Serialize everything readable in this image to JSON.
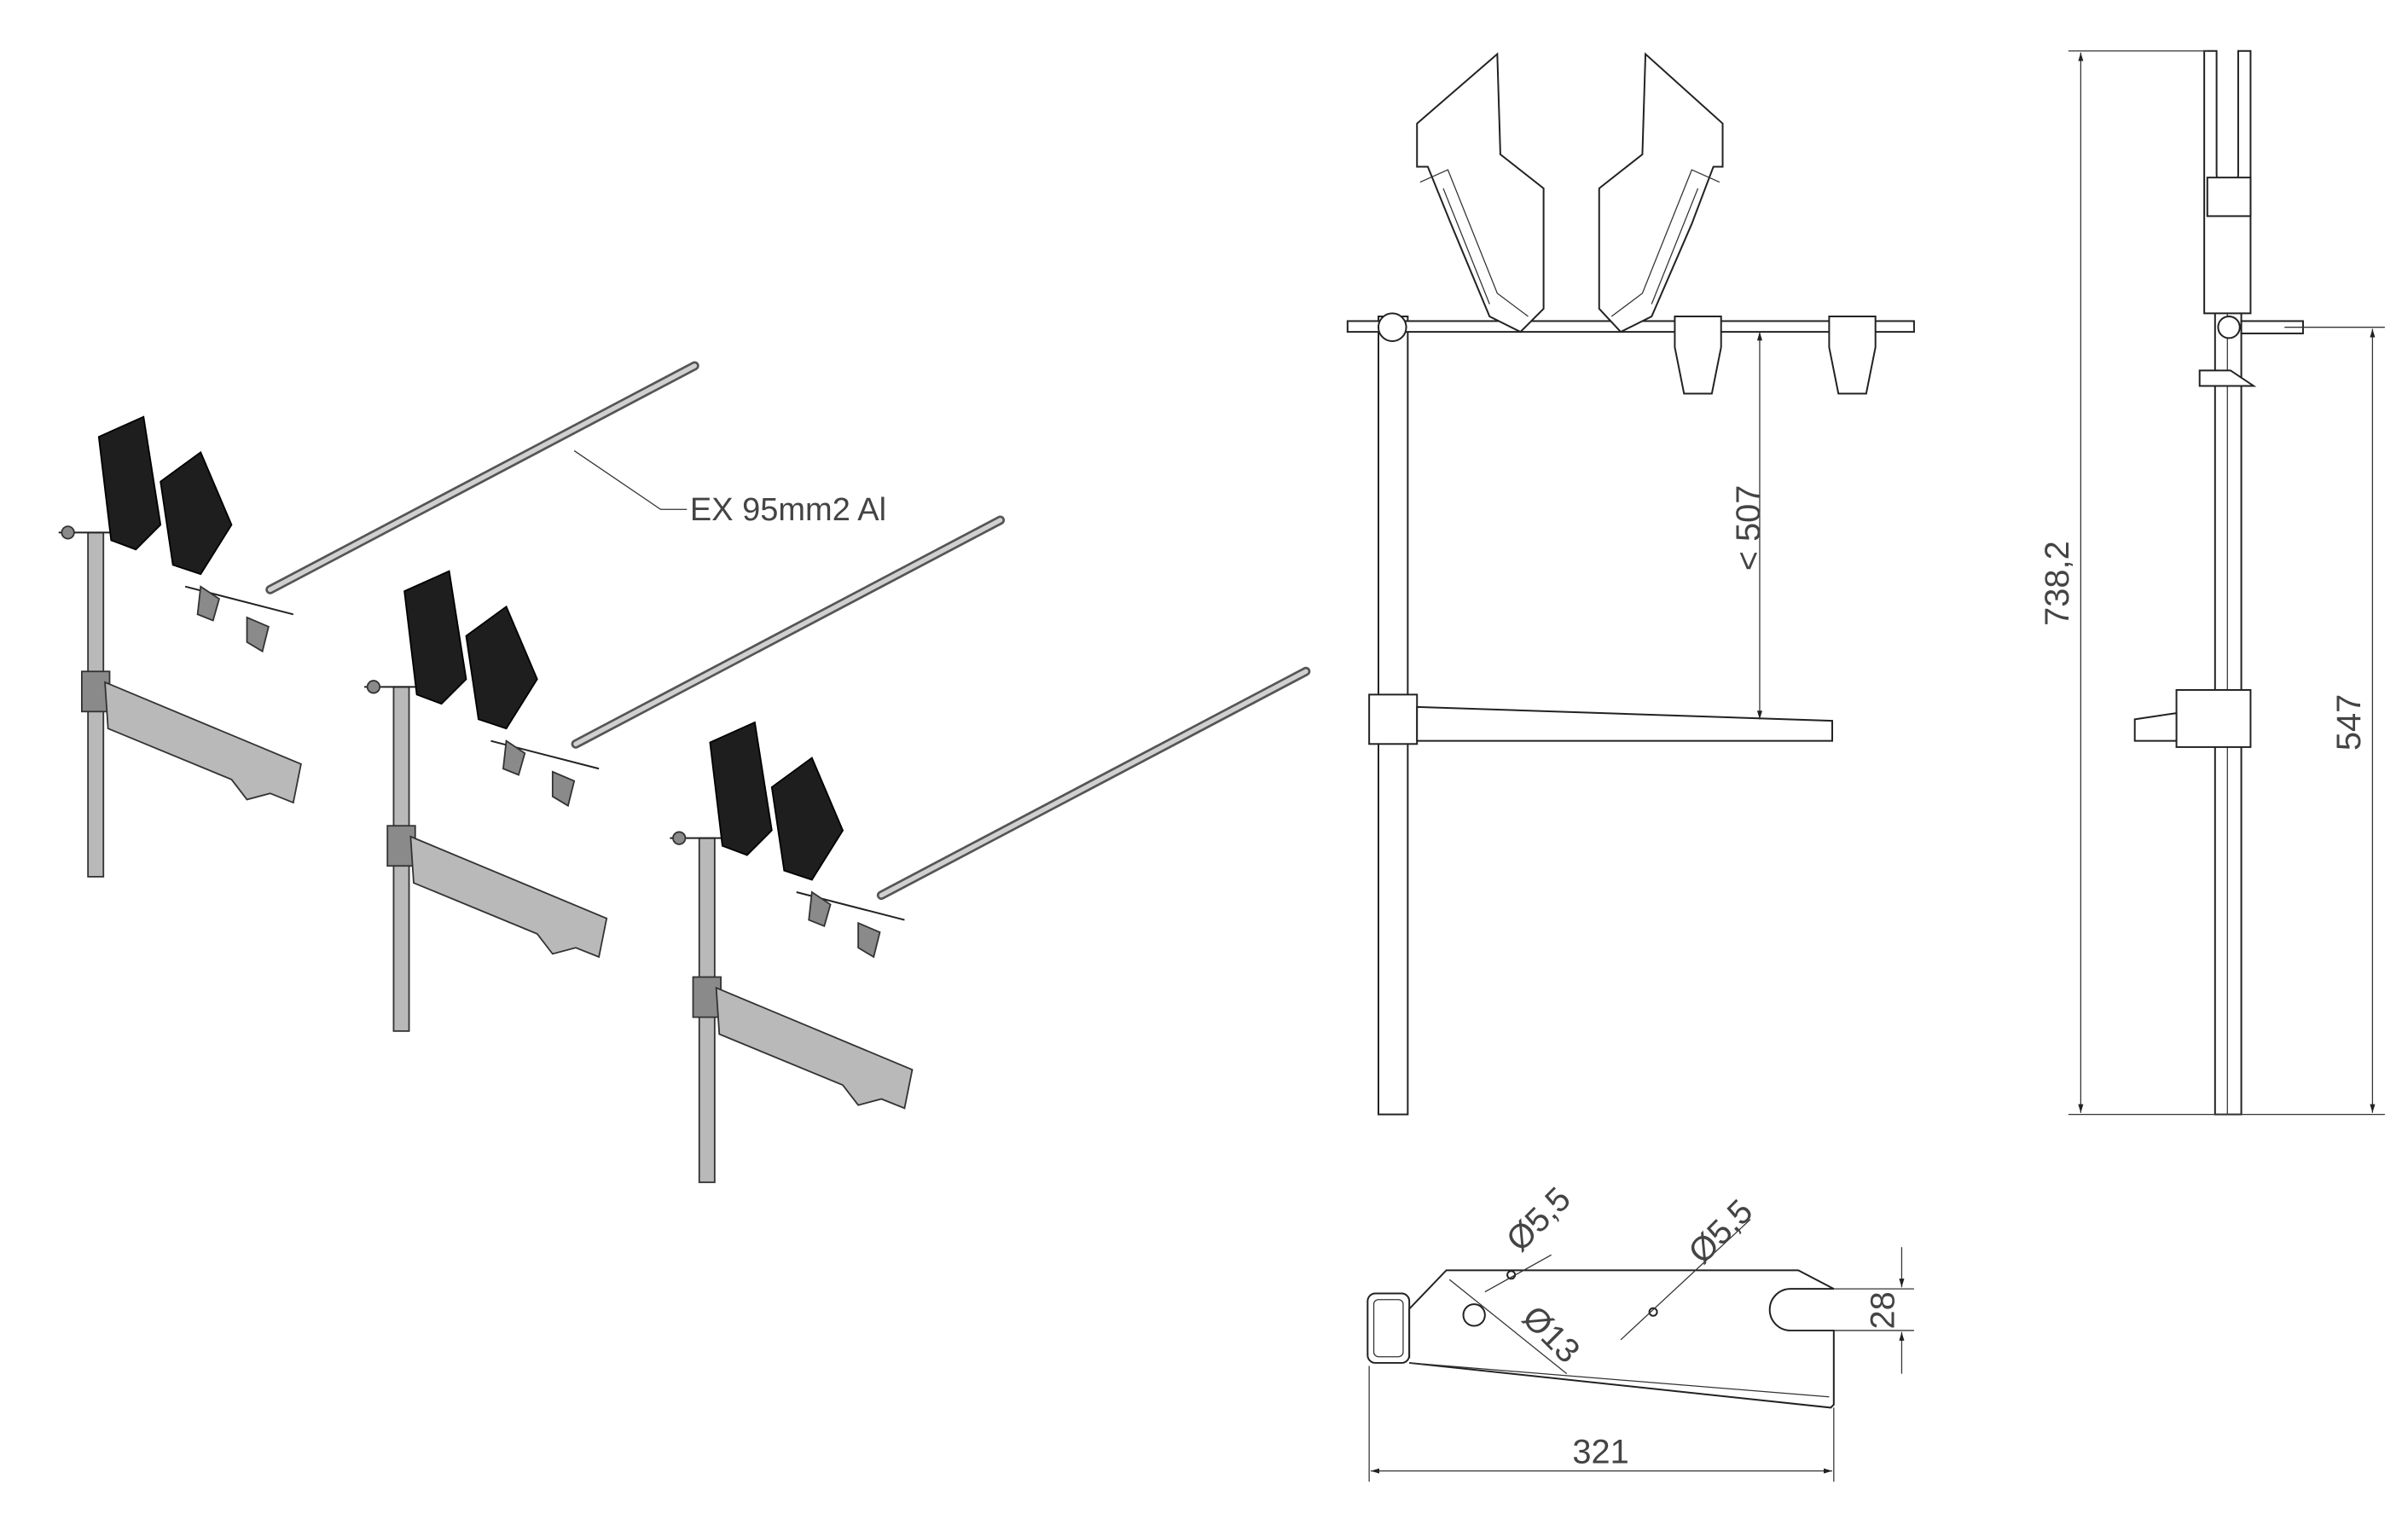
{
  "isometric_view": {
    "cable_label": "EX 95mm2 Al",
    "assembly_count": 3
  },
  "front_view": {
    "clearance_dim": "< 507"
  },
  "side_view": {
    "overall_height_dim": "738,2",
    "rod_height_dim": "547"
  },
  "bracket_view": {
    "hole_small_1": "Ø5,5",
    "hole_small_2": "Ø5,5",
    "hole_large": "Ø13",
    "slot_width_dim": "28",
    "length_dim": "321"
  }
}
